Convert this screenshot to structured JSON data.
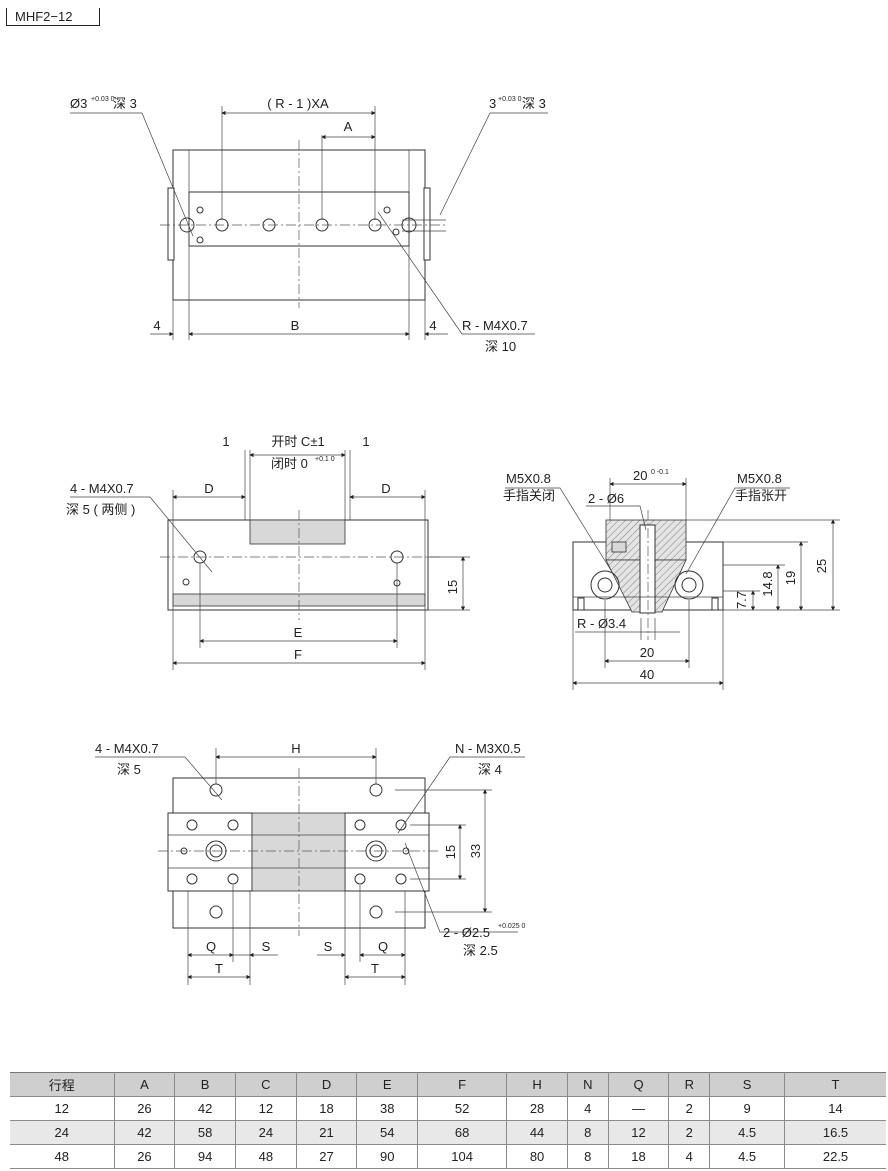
{
  "model": "MHF2−12",
  "top_view": {
    "hole_left": "Ø3",
    "hole_left_tol": "+0.03 0",
    "depth3": "深 3",
    "r1xa": "( R - 1 )XA",
    "a": "A",
    "hole_right": "3",
    "hole_right_tol": "+0.03 0",
    "depth3_right": "深 3",
    "dim4_left": "4",
    "b": "B",
    "dim4_right": "4",
    "thread": "R - M4X0.7",
    "thread_depth": "深 10"
  },
  "side_view": {
    "one_left": "1",
    "open": "开时 C±1",
    "closed": "闭时 0",
    "closed_tol": "+0.1 0",
    "one_right": "1",
    "thread": "4 - M4X0.7",
    "thread_depth": "深 5 ( 两侧 )",
    "d_left": "D",
    "d_right": "D",
    "dim15": "15",
    "e": "E",
    "f": "F"
  },
  "section_view": {
    "m5_close": "M5X0.8",
    "m5_close_label": "手指关闭",
    "d20_top": "20",
    "d20_top_tol": "0 -0.1",
    "m5_open": "M5X0.8",
    "m5_open_label": "手指张开",
    "d6": "2 - Ø6",
    "dim25": "25",
    "dim19": "19",
    "dim148": "14.8",
    "dim77": "7.7",
    "r34": "R - Ø3.4",
    "d20": "20",
    "d40": "40"
  },
  "bottom_view": {
    "thread": "4 - M4X0.7",
    "thread_depth": "深 5",
    "h": "H",
    "n_thread": "N - M3X0.5",
    "n_depth": "深 4",
    "dim15": "15",
    "dim33": "33",
    "pin": "2 - Ø2.5",
    "pin_tol": "+0.025 0",
    "pin_depth": "深 2.5",
    "q_left": "Q",
    "s_left": "S",
    "s_right": "S",
    "q_right": "Q",
    "t_left": "T",
    "t_right": "T"
  },
  "table": {
    "headers": [
      "行程",
      "A",
      "B",
      "C",
      "D",
      "E",
      "F",
      "H",
      "N",
      "Q",
      "R",
      "S",
      "T"
    ],
    "rows": [
      [
        "12",
        "26",
        "42",
        "12",
        "18",
        "38",
        "52",
        "28",
        "4",
        "—",
        "2",
        "9",
        "14"
      ],
      [
        "24",
        "42",
        "58",
        "24",
        "21",
        "54",
        "68",
        "44",
        "8",
        "12",
        "2",
        "4.5",
        "16.5"
      ],
      [
        "48",
        "26",
        "94",
        "48",
        "27",
        "90",
        "104",
        "80",
        "8",
        "18",
        "4",
        "4.5",
        "22.5"
      ]
    ]
  }
}
